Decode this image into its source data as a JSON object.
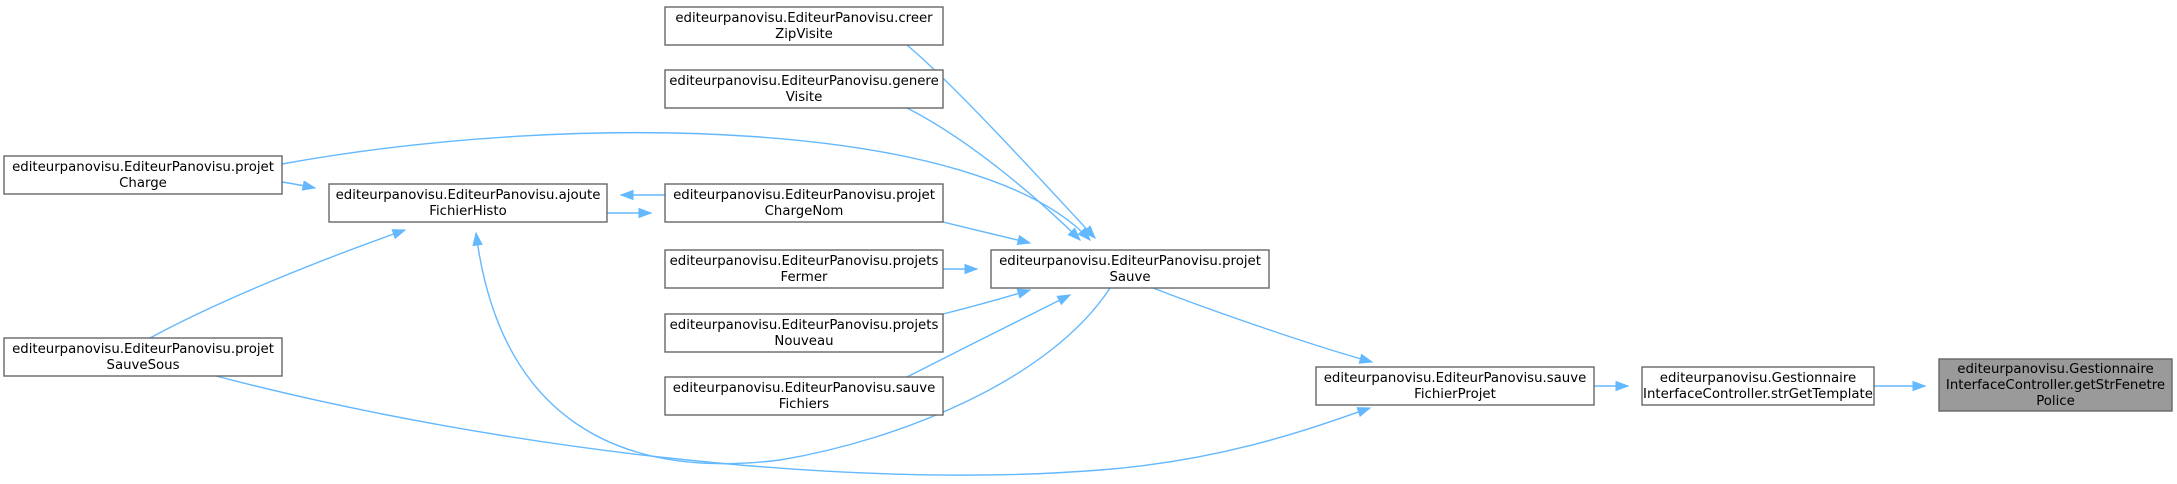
{
  "graph": {
    "colors": {
      "edge": "#63b8ff",
      "node_border": "#666666",
      "node_fill": "#ffffff",
      "current_fill": "#9a9a9a"
    },
    "nodes": [
      {
        "id": "getStrFenetrePolice",
        "current": true,
        "lines": [
          "editeurpanovisu.Gestionnaire",
          "InterfaceController.getStrFenetre",
          "Police"
        ]
      },
      {
        "id": "strGetTemplate",
        "lines": [
          "editeurpanovisu.Gestionnaire",
          "InterfaceController.strGetTemplate"
        ]
      },
      {
        "id": "sauveFichierProjet",
        "lines": [
          "editeurpanovisu.EditeurPanovisu.sauve",
          "FichierProjet"
        ]
      },
      {
        "id": "projetSauve",
        "lines": [
          "editeurpanovisu.EditeurPanovisu.projet",
          "Sauve"
        ]
      },
      {
        "id": "projetSauveSous",
        "lines": [
          "editeurpanovisu.EditeurPanovisu.projet",
          "SauveSous"
        ]
      },
      {
        "id": "creerZipVisite",
        "lines": [
          "editeurpanovisu.EditeurPanovisu.creer",
          "ZipVisite"
        ]
      },
      {
        "id": "genereVisite",
        "lines": [
          "editeurpanovisu.EditeurPanovisu.genere",
          "Visite"
        ]
      },
      {
        "id": "projetChargeNom",
        "lines": [
          "editeurpanovisu.EditeurPanovisu.projet",
          "ChargeNom"
        ]
      },
      {
        "id": "projetsFermer",
        "lines": [
          "editeurpanovisu.EditeurPanovisu.projets",
          "Fermer"
        ]
      },
      {
        "id": "projetsNouveau",
        "lines": [
          "editeurpanovisu.EditeurPanovisu.projets",
          "Nouveau"
        ]
      },
      {
        "id": "sauveFichiers",
        "lines": [
          "editeurpanovisu.EditeurPanovisu.sauve",
          "Fichiers"
        ]
      },
      {
        "id": "ajouteFichierHisto",
        "lines": [
          "editeurpanovisu.EditeurPanovisu.ajoute",
          "FichierHisto"
        ]
      },
      {
        "id": "projetCharge",
        "lines": [
          "editeurpanovisu.EditeurPanovisu.projet",
          "Charge"
        ]
      }
    ],
    "edges": [
      {
        "from": "strGetTemplate",
        "to": "getStrFenetrePolice"
      },
      {
        "from": "sauveFichierProjet",
        "to": "strGetTemplate"
      },
      {
        "from": "projetSauve",
        "to": "sauveFichierProjet"
      },
      {
        "from": "projetSauveSous",
        "to": "sauveFichierProjet"
      },
      {
        "from": "creerZipVisite",
        "to": "projetSauve"
      },
      {
        "from": "genereVisite",
        "to": "projetSauve"
      },
      {
        "from": "projetChargeNom",
        "to": "projetSauve"
      },
      {
        "from": "projetsFermer",
        "to": "projetSauve"
      },
      {
        "from": "projetsNouveau",
        "to": "projetSauve"
      },
      {
        "from": "sauveFichiers",
        "to": "projetSauve"
      },
      {
        "from": "projetCharge",
        "to": "projetSauve"
      },
      {
        "from": "projetSauve",
        "to": "ajouteFichierHisto"
      },
      {
        "from": "ajouteFichierHisto",
        "to": "projetChargeNom"
      },
      {
        "from": "projetChargeNom",
        "to": "ajouteFichierHisto"
      },
      {
        "from": "projetCharge",
        "to": "ajouteFichierHisto"
      },
      {
        "from": "projetSauveSous",
        "to": "ajouteFichierHisto"
      }
    ]
  }
}
